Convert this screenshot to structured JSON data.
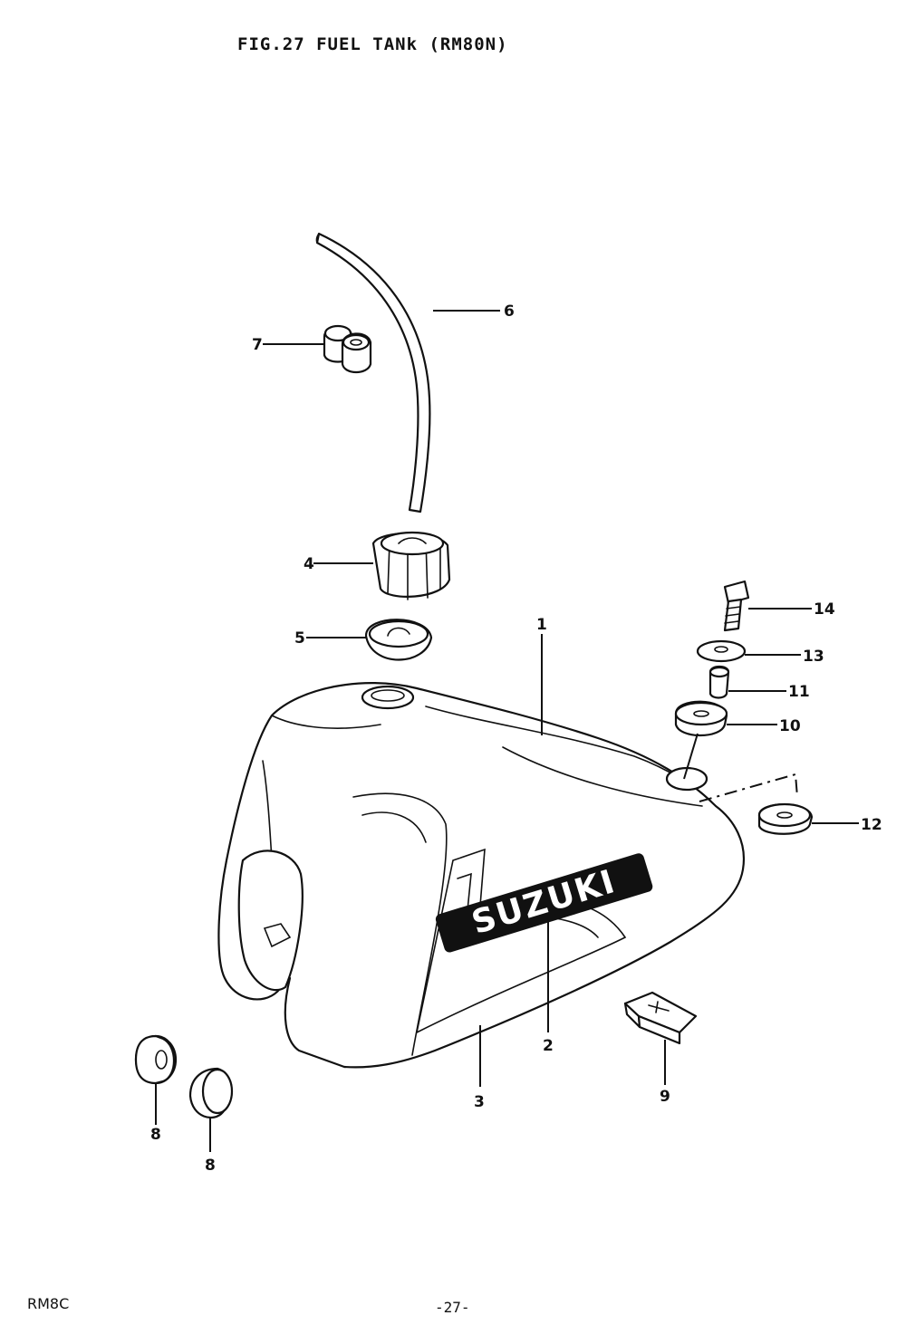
{
  "title": "FIG.27  FUEL TANk (RM80N)",
  "footer": {
    "model": "RM8C",
    "page": "-27-"
  },
  "tank_logo": "SUZUKI",
  "callouts": [
    {
      "id": "c1",
      "label": "1"
    },
    {
      "id": "c2",
      "label": "2"
    },
    {
      "id": "c3",
      "label": "3"
    },
    {
      "id": "c4",
      "label": "4"
    },
    {
      "id": "c5",
      "label": "5"
    },
    {
      "id": "c6",
      "label": "6"
    },
    {
      "id": "c7",
      "label": "7"
    },
    {
      "id": "c8a",
      "label": "8"
    },
    {
      "id": "c8b",
      "label": "8"
    },
    {
      "id": "c9",
      "label": "9"
    },
    {
      "id": "c10",
      "label": "10"
    },
    {
      "id": "c11",
      "label": "11"
    },
    {
      "id": "c12",
      "label": "12"
    },
    {
      "id": "c13",
      "label": "13"
    },
    {
      "id": "c14",
      "label": "14"
    }
  ]
}
